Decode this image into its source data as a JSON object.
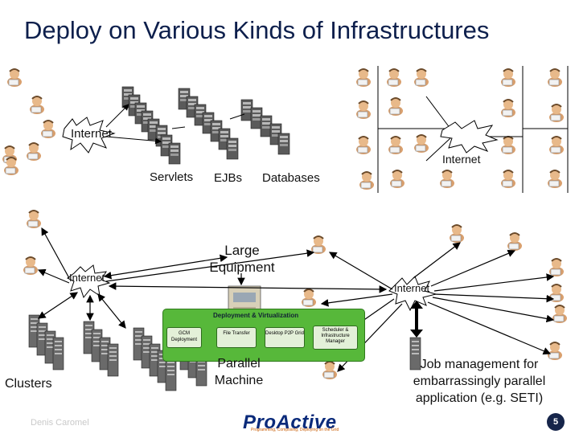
{
  "title": "Deploy on Various Kinds of Infrastructures",
  "labels": {
    "internet_top_left": "Internet",
    "internet_top_right": "Internet",
    "servlets": "Servlets",
    "ejbs": "EJBs",
    "databases": "Databases",
    "internet_mid_left": "Internet",
    "internet_mid_right": "Internet",
    "large_equipment": "Large Equipment",
    "parallel_machine": "Parallel Machine",
    "clusters": "Clusters",
    "job_management": "Job management for embarrassingly  parallel application (e.g. SETI)"
  },
  "deployment_box": {
    "title": "Deployment & Virtualization",
    "items": [
      "GCM Deployment",
      "File Transfer",
      "Desktop P2P Grid",
      "Scheduler & Infrastructure Manager"
    ]
  },
  "footer": {
    "author": "Denis Caromel",
    "logo": "ProActive",
    "logo_tagline": "Programming, Composing, Deploying on the Grid",
    "page": "5"
  },
  "colors": {
    "title": "#0d1f4c",
    "arrows": "#000000",
    "deploy_box": "#57b83a",
    "deploy_items": "#e3f0d8"
  }
}
